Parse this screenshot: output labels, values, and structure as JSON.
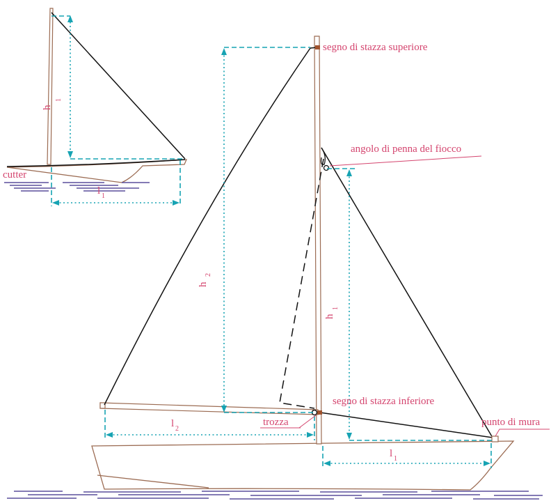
{
  "labels": {
    "upper_mark": "segno di stazza superiore",
    "jib_head": "angolo di penna del fiocco",
    "lower_mark": "segno di stazza inferiore",
    "tack": "punto di mura",
    "gooseneck": "trozza",
    "cutter": "cutter",
    "h1_small": "h",
    "h1_small_sub": "1",
    "l1_small": "l",
    "l1_small_sub": "1",
    "h2": "h",
    "h2_sub": "2",
    "h1": "h",
    "h1_sub": "1",
    "l2": "l",
    "l2_sub": "2",
    "l1": "l",
    "l1_sub": "1"
  },
  "colors": {
    "label": "#d4446e",
    "dimension": "#17a3b3",
    "wood": "#9b6b52",
    "sail": "#111111",
    "water": "#5a4f9c"
  }
}
